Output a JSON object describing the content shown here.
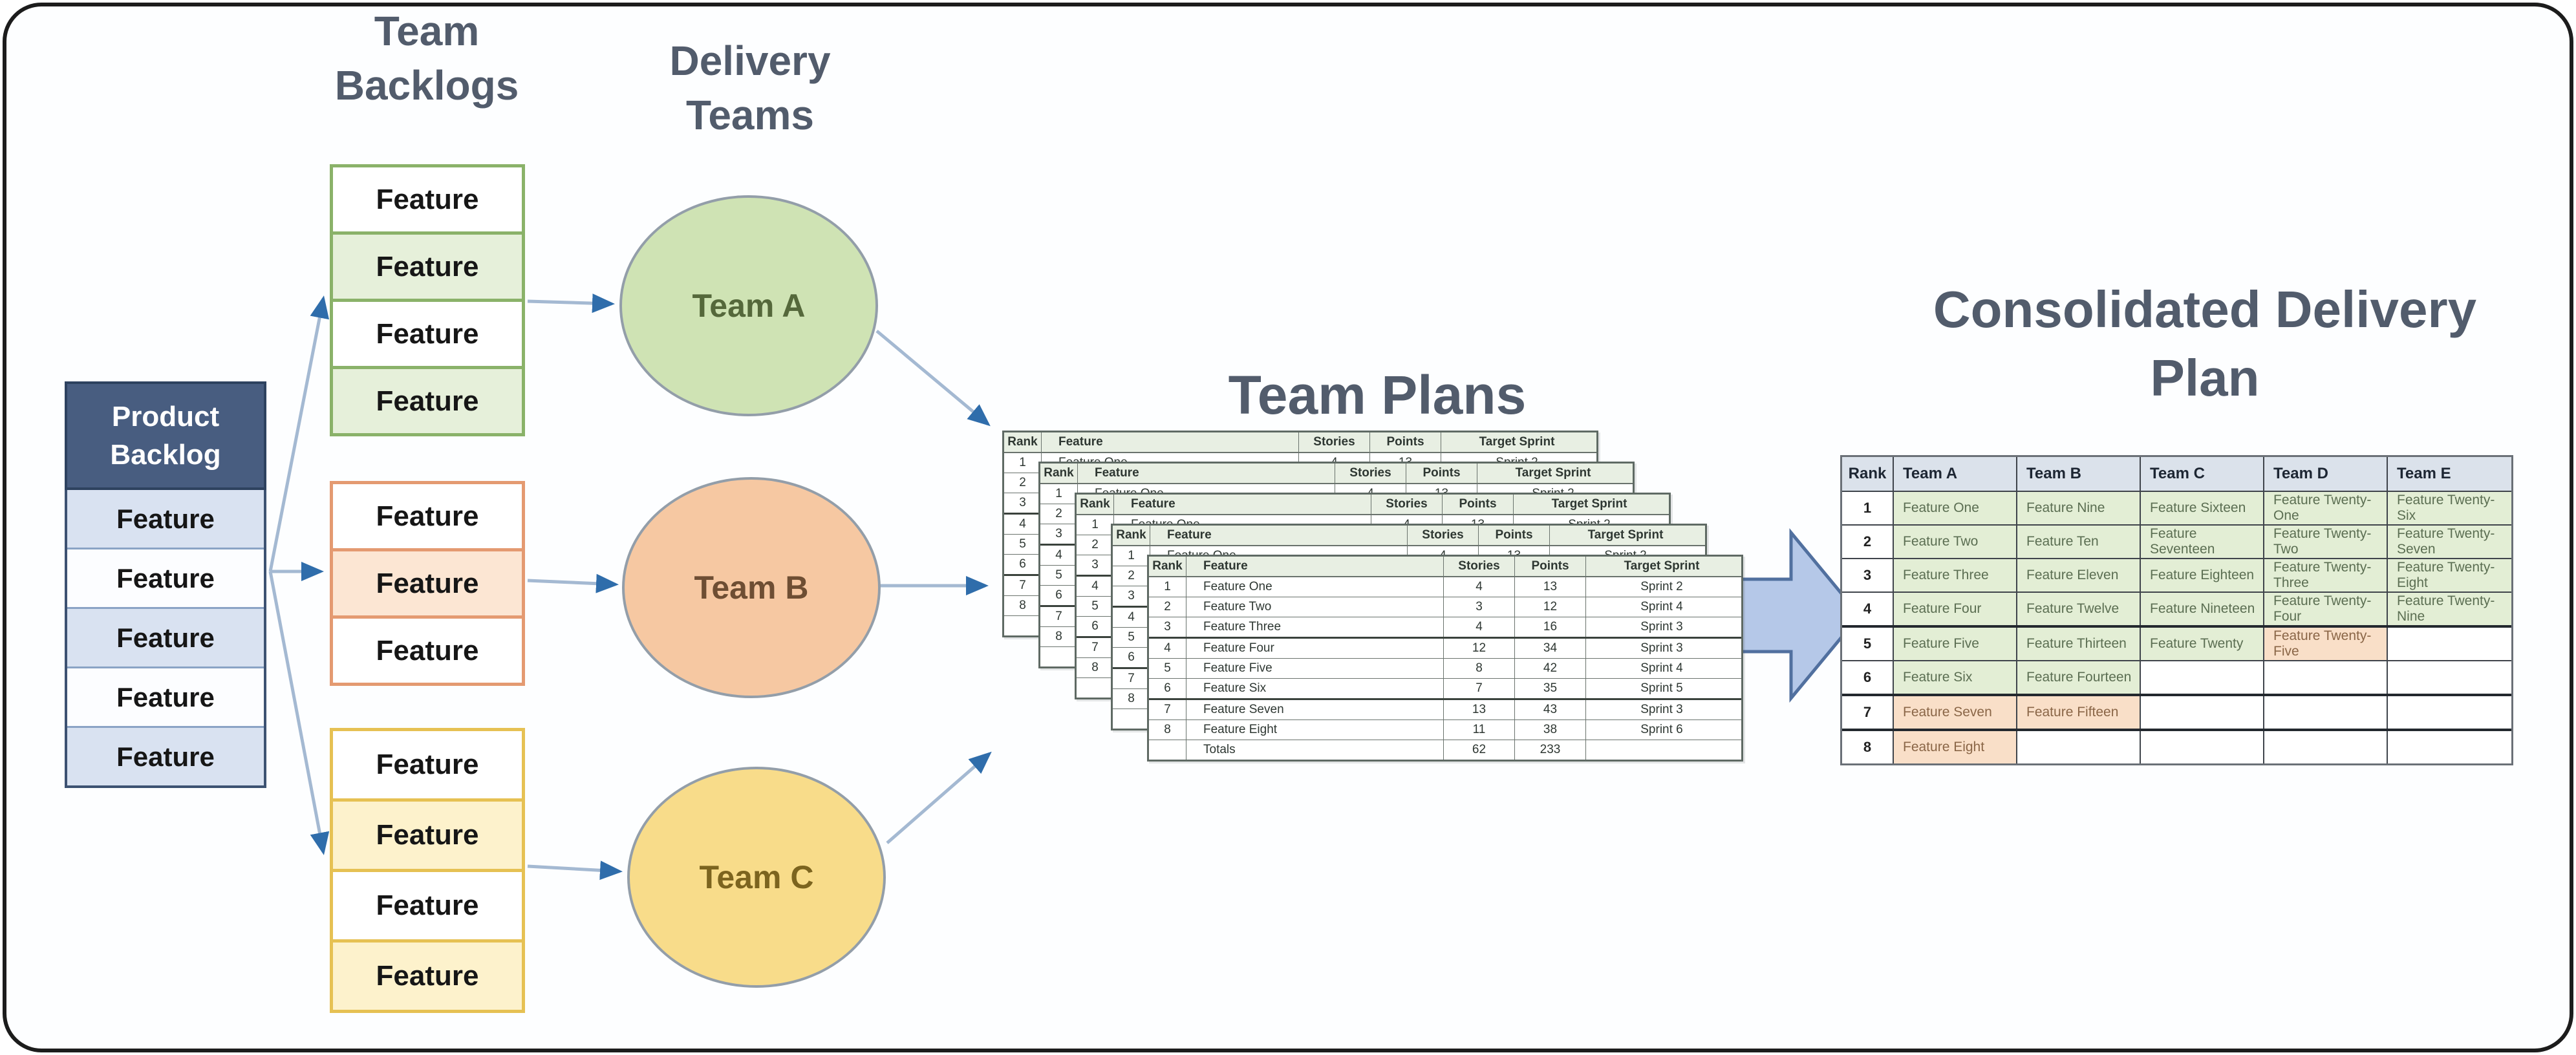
{
  "titles": {
    "team_backlogs": "Team Backlogs",
    "delivery_teams": "Delivery Teams",
    "team_plans": "Team Plans",
    "consolidated": "Consolidated Delivery Plan"
  },
  "product_backlog": {
    "title": "Product Backlog",
    "items": [
      "Feature",
      "Feature",
      "Feature",
      "Feature",
      "Feature"
    ]
  },
  "team_backlogs": [
    {
      "team": "Team A",
      "items": [
        "Feature",
        "Feature",
        "Feature",
        "Feature"
      ]
    },
    {
      "team": "Team B",
      "items": [
        "Feature",
        "Feature",
        "Feature"
      ]
    },
    {
      "team": "Team C",
      "items": [
        "Feature",
        "Feature",
        "Feature",
        "Feature"
      ]
    }
  ],
  "delivery_teams": [
    {
      "label": "Team A"
    },
    {
      "label": "Team B"
    },
    {
      "label": "Team C"
    }
  ],
  "team_plan": {
    "sheet_count": 5,
    "columns": [
      "Rank",
      "Feature",
      "Stories",
      "Points",
      "Target Sprint"
    ],
    "rows": [
      [
        "1",
        "Feature One",
        "4",
        "13",
        "Sprint 2"
      ],
      [
        "2",
        "Feature Two",
        "3",
        "12",
        "Sprint 4"
      ],
      [
        "3",
        "Feature Three",
        "4",
        "16",
        "Sprint 3"
      ],
      [
        "4",
        "Feature Four",
        "12",
        "34",
        "Sprint 3"
      ],
      [
        "5",
        "Feature Five",
        "8",
        "42",
        "Sprint 4"
      ],
      [
        "6",
        "Feature Six",
        "7",
        "35",
        "Sprint 5"
      ],
      [
        "7",
        "Feature Seven",
        "13",
        "43",
        "Sprint 3"
      ],
      [
        "8",
        "Feature Eight",
        "11",
        "38",
        "Sprint 6"
      ]
    ],
    "totals": {
      "label": "Totals",
      "stories": "62",
      "points": "233"
    },
    "group_divider_after_ranks": [
      3,
      6
    ]
  },
  "consolidated_plan": {
    "columns": [
      "Rank",
      "Team A",
      "Team B",
      "Team C",
      "Team D",
      "Team E"
    ],
    "rows": [
      {
        "rank": "1",
        "cells": [
          {
            "text": "Feature One",
            "state": "committed"
          },
          {
            "text": "Feature Nine",
            "state": "committed"
          },
          {
            "text": "Feature Sixteen",
            "state": "committed"
          },
          {
            "text": "Feature Twenty-One",
            "state": "committed"
          },
          {
            "text": "Feature Twenty-Six",
            "state": "committed"
          }
        ]
      },
      {
        "rank": "2",
        "cells": [
          {
            "text": "Feature Two",
            "state": "committed"
          },
          {
            "text": "Feature Ten",
            "state": "committed"
          },
          {
            "text": "Feature Seventeen",
            "state": "committed"
          },
          {
            "text": "Feature Twenty-Two",
            "state": "committed"
          },
          {
            "text": "Feature Twenty-Seven",
            "state": "committed"
          }
        ]
      },
      {
        "rank": "3",
        "cells": [
          {
            "text": "Feature Three",
            "state": "committed"
          },
          {
            "text": "Feature Eleven",
            "state": "committed"
          },
          {
            "text": "Feature Eighteen",
            "state": "committed"
          },
          {
            "text": "Feature Twenty-Three",
            "state": "committed"
          },
          {
            "text": "Feature Twenty-Eight",
            "state": "committed"
          }
        ]
      },
      {
        "rank": "4",
        "cells": [
          {
            "text": "Feature Four",
            "state": "committed"
          },
          {
            "text": "Feature Twelve",
            "state": "committed"
          },
          {
            "text": "Feature Nineteen",
            "state": "committed"
          },
          {
            "text": "Feature Twenty-Four",
            "state": "committed"
          },
          {
            "text": "Feature Twenty-Nine",
            "state": "committed"
          }
        ]
      },
      {
        "rank": "5",
        "cells": [
          {
            "text": "Feature Five",
            "state": "committed"
          },
          {
            "text": "Feature Thirteen",
            "state": "committed"
          },
          {
            "text": "Feature Twenty",
            "state": "committed"
          },
          {
            "text": "Feature Twenty-Five",
            "state": "stretch"
          },
          {
            "text": "",
            "state": "empty"
          }
        ]
      },
      {
        "rank": "6",
        "cells": [
          {
            "text": "Feature Six",
            "state": "committed"
          },
          {
            "text": "Feature Fourteen",
            "state": "committed"
          },
          {
            "text": "",
            "state": "empty"
          },
          {
            "text": "",
            "state": "empty"
          },
          {
            "text": "",
            "state": "empty"
          }
        ]
      },
      {
        "rank": "7",
        "cells": [
          {
            "text": "Feature Seven",
            "state": "stretch"
          },
          {
            "text": "Feature Fifteen",
            "state": "stretch"
          },
          {
            "text": "",
            "state": "empty"
          },
          {
            "text": "",
            "state": "empty"
          },
          {
            "text": "",
            "state": "empty"
          }
        ]
      },
      {
        "rank": "8",
        "cells": [
          {
            "text": "Feature Eight",
            "state": "stretch"
          },
          {
            "text": "",
            "state": "empty"
          },
          {
            "text": "",
            "state": "empty"
          },
          {
            "text": "",
            "state": "empty"
          },
          {
            "text": "",
            "state": "empty"
          }
        ]
      }
    ],
    "group_divider_after_ranks": [
      4,
      6,
      7
    ]
  },
  "palette": {
    "title-text": "#525c6c",
    "frame-border": "#1c1c1c",
    "canvas-bg": "#fdfeff",
    "product-header-bg": "#485d80",
    "product-header-border": "#2e425f",
    "product-border": "#3d5272",
    "product-row-line": "#8aa3c5",
    "product-row-alt": "#d9e2f1",
    "product-row-bg": "#fcfdff",
    "feature-text": "#161616",
    "green-border": "#8ab269",
    "green-fill": "#e6f0da",
    "orange-border": "#e49a71",
    "orange-fill": "#fce6d3",
    "yellow-border": "#e6c153",
    "yellow-fill": "#fdf2cc",
    "team-a-fill": "#cfe3b4",
    "team-a-text": "#55683b",
    "team-b-fill": "#f6c8a2",
    "team-b-text": "#6e4e33",
    "team-c-fill": "#f8dc8a",
    "team-c-text": "#7c641f",
    "circle-border": "#939ea9",
    "sheet-bg": "#ffffff",
    "sheet-border": "#5f6a64",
    "sheet-header-bg": "#e8efe3",
    "sheet-grid": "#6a736d",
    "sheet-text": "#2e3732",
    "cons-header-bg": "#dbe2eb",
    "cons-grid": "#3f444b",
    "committed-fill": "#e3eed5",
    "committed-text": "#5b6e52",
    "stretch-fill": "#f9dfc8",
    "stretch-text": "#8a6647",
    "arrow-line": "#a4b9d2",
    "arrow-head": "#2f6dab",
    "block-arrow-fill": "#b5c8e8",
    "block-arrow-border": "#51709f"
  }
}
